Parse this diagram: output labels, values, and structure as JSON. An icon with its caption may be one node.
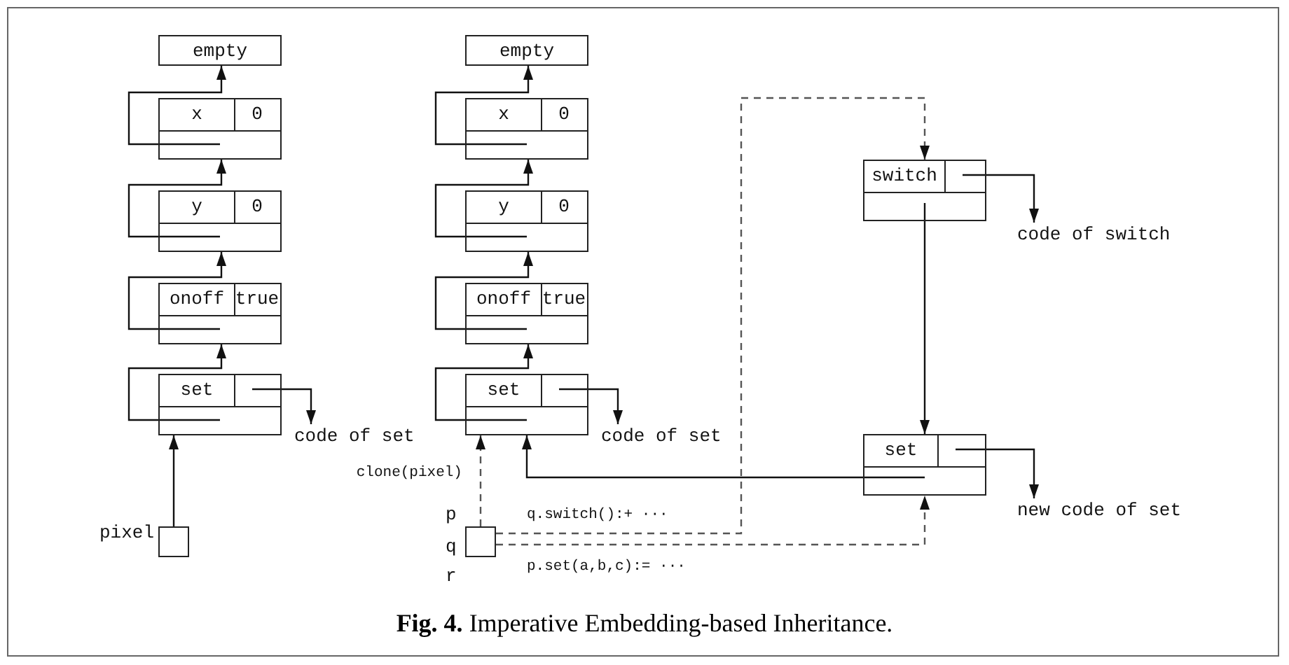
{
  "diagram": {
    "caption": "**Fig. 4.** Imperative Embedding-based Inheritance.",
    "nodes": [
      {
        "text": [
          "empty"
        ]
      },
      {
        "text": [
          "x",
          "0"
        ]
      },
      {
        "text": [
          "y",
          "0"
        ]
      },
      {
        "text": [
          "onoff",
          "true"
        ]
      },
      {
        "text": [
          "set"
        ]
      },
      {
        "text": [
          "code of set"
        ]
      },
      {
        "text": [],
        "shape": "box",
        "beside": [
          "pixel"
        ]
      },
      {
        "text": [
          "empty"
        ]
      },
      {
        "text": [
          "x",
          "0"
        ]
      },
      {
        "text": [
          "y",
          "0"
        ]
      },
      {
        "text": [
          "onoff",
          "true"
        ]
      },
      {
        "text": [
          "set"
        ]
      },
      {
        "text": [
          "code of set"
        ]
      },
      {
        "text": [],
        "shape": "box",
        "beside": [
          "p",
          "q",
          "r"
        ]
      },
      {
        "text": [
          "switch"
        ]
      },
      {
        "text": [
          "code of switch"
        ]
      },
      {
        "text": [
          "set"
        ]
      },
      {
        "text": [
          "new code of set"
        ]
      }
    ],
    "edges": [
      {
        "from": 1,
        "to": 0,
        "arrow": "to"
      },
      {
        "from": 2,
        "to": 1,
        "arrow": "to"
      },
      {
        "from": 3,
        "to": 2,
        "arrow": "to"
      },
      {
        "from": 4,
        "to": 3,
        "arrow": "to"
      },
      {
        "from": 4,
        "to": 5,
        "arrow": "to"
      },
      {
        "from": 6,
        "to": 4,
        "arrow": "to"
      },
      {
        "from": 8,
        "to": 7,
        "arrow": "to"
      },
      {
        "from": 9,
        "to": 8,
        "arrow": "to"
      },
      {
        "from": 10,
        "to": 9,
        "arrow": "to"
      },
      {
        "from": 11,
        "to": 10,
        "arrow": "to"
      },
      {
        "from": 11,
        "to": 12,
        "arrow": "to"
      },
      {
        "from": 13,
        "to": 11,
        "arrow": "to",
        "label": "clone(pixel)",
        "style": "dashed"
      },
      {
        "from": 14,
        "to": 15,
        "arrow": "to"
      },
      {
        "from": 14,
        "to": 16,
        "arrow": "to"
      },
      {
        "from": 16,
        "to": 17,
        "arrow": "to"
      },
      {
        "from": 16,
        "to": 11,
        "arrow": "to"
      },
      {
        "from": 13,
        "to": 14,
        "arrow": "to",
        "label": "q.switch():+ ···",
        "style": "dashed"
      },
      {
        "from": 13,
        "to": 16,
        "arrow": "to",
        "label": "p.set(a,b,c):= ···",
        "style": "dashed"
      }
    ]
  }
}
